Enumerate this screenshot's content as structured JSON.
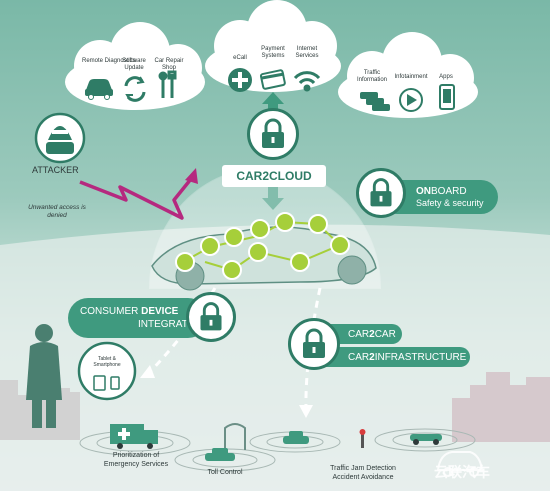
{
  "clouds": {
    "left": [
      {
        "label": "Remote Diagnostics",
        "icon": "car-diagnostics-icon"
      },
      {
        "label": "Software Update",
        "icon": "refresh-icon"
      },
      {
        "label": "Car Repair Shop",
        "icon": "wrench-icon"
      }
    ],
    "center": [
      {
        "label": "eCall",
        "icon": "plus-icon"
      },
      {
        "label": "Payment Systems",
        "icon": "credit-card-icon"
      },
      {
        "label": "Internet Services",
        "icon": "wifi-icon"
      }
    ],
    "right": [
      {
        "label": "Traffic Information",
        "icon": "traffic-cars-icon"
      },
      {
        "label": "Infotainment",
        "icon": "play-icon"
      },
      {
        "label": "Apps",
        "icon": "smartphone-icon"
      }
    ]
  },
  "attacker": {
    "label": "ATTACKER",
    "note": "Unwanted access is denied"
  },
  "car2cloud": "CAR2CLOUD",
  "onboard": {
    "bold": "ON",
    "rest": "BOARD",
    "line2": "Safety & security"
  },
  "consumer": {
    "part1": "CONSUMER ",
    "bold": "DEVICE",
    "line2": "INTEGRATION"
  },
  "tablet": "Tablet & Smartphone",
  "car2car": {
    "a": "CAR",
    "b": "2",
    "c": "CAR"
  },
  "car2infra": {
    "a": "CAR",
    "b": "2",
    "c": "INFRASTRUCTURE"
  },
  "ground": {
    "emergency": "Prioritization of Emergency Services",
    "toll": "Toll Control",
    "traffic": "Traffic Jam Detection Accident Avoidance"
  },
  "watermark": "云联汽车",
  "colors": {
    "teal": "#2f7c66",
    "tealLight": "#3f9a7f",
    "lime": "#a6cf3a",
    "attack": "#b5297f",
    "sky": "#7ab8a7"
  }
}
